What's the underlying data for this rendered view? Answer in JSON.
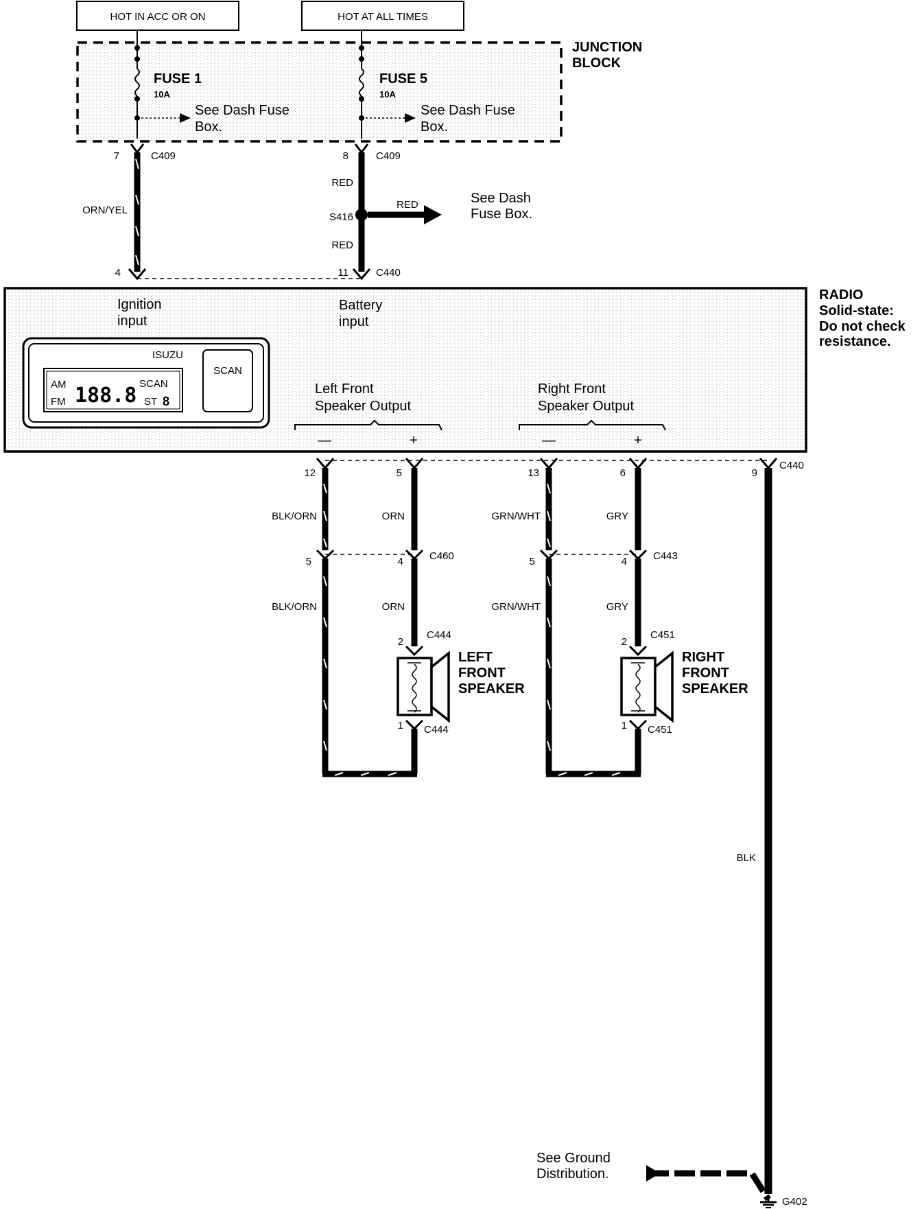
{
  "header": {
    "hot_acc": "HOT IN ACC OR ON",
    "hot_all": "HOT AT ALL TIMES"
  },
  "junction_block": {
    "title_line1": "JUNCTION",
    "title_line2": "BLOCK",
    "fuse1": {
      "name": "FUSE 1",
      "rating": "10A",
      "note_line1": "See Dash Fuse",
      "note_line2": "Box."
    },
    "fuse5": {
      "name": "FUSE 5",
      "rating": "10A",
      "note_line1": "See Dash Fuse",
      "note_line2": "Box."
    }
  },
  "upper_wiring": {
    "pin7": "7",
    "pin8": "8",
    "c409_left": "C409",
    "c409_right": "C409",
    "orn_yel": "ORN/YEL",
    "red_top": "RED",
    "red_bottom": "RED",
    "red_branch": "RED",
    "splice": "S416",
    "dash_note_line1": "See Dash",
    "dash_note_line2": "Fuse Box.",
    "pin4": "4",
    "pin11": "11",
    "c440": "C440"
  },
  "radio": {
    "title": "RADIO",
    "note_line1": "Solid-state:",
    "note_line2": "Do not check",
    "note_line3": "resistance.",
    "ignition_line1": "Ignition",
    "ignition_line2": "input",
    "battery_line1": "Battery",
    "battery_line2": "input",
    "brand": "ISUZU",
    "am": "AM",
    "fm": "FM",
    "digits": "188.8",
    "scan_small": "SCAN",
    "st": "ST",
    "st_digit": "8",
    "scan_button": "SCAN",
    "left_out_line1": "Left Front",
    "left_out_line2": "Speaker Output",
    "right_out_line1": "Right Front",
    "right_out_line2": "Speaker Output",
    "minus": "—",
    "plus": "+"
  },
  "lower_wiring": {
    "pin12": "12",
    "pin5_top": "5",
    "pin13": "13",
    "pin6": "6",
    "pin9": "9",
    "c440": "C440",
    "blk_orn_1": "BLK/ORN",
    "orn_1": "ORN",
    "grn_wht_1": "GRN/WHT",
    "gry_1": "GRY",
    "pin5_l": "5",
    "pin4_l": "4",
    "c460": "C460",
    "pin5_r": "5",
    "pin4_r": "4",
    "c443": "C443",
    "blk_orn_2": "BLK/ORN",
    "orn_2": "ORN",
    "grn_wht_2": "GRN/WHT",
    "gry_2": "GRY",
    "pin2_l": "2",
    "c444_top": "C444",
    "pin1_l": "1",
    "c444_bot": "C444",
    "pin2_r": "2",
    "c451_top": "C451",
    "pin1_r": "1",
    "c451_bot": "C451",
    "left_speaker_line1": "LEFT",
    "left_speaker_line2": "FRONT",
    "left_speaker_line3": "SPEAKER",
    "right_speaker_line1": "RIGHT",
    "right_speaker_line2": "FRONT",
    "right_speaker_line3": "SPEAKER",
    "blk": "BLK",
    "ground_note_line1": "See Ground",
    "ground_note_line2": "Distribution.",
    "g402": "G402"
  }
}
